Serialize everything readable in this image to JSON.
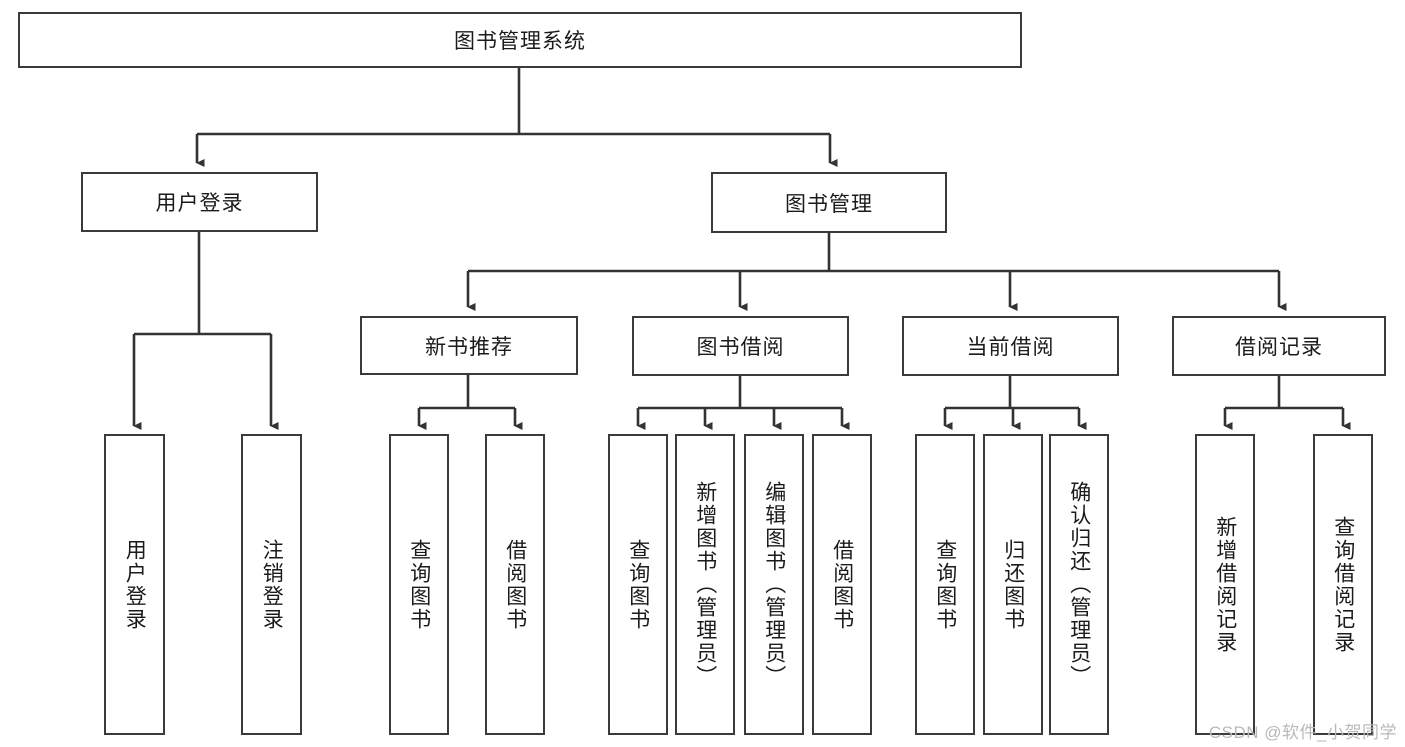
{
  "diagram": {
    "type": "tree-hierarchy-flowchart",
    "title": "图书管理系统",
    "watermark": "CSDN @软件_小贺同学",
    "colors": {
      "box_border": "#3a3a3a",
      "box_fill": "#ffffff",
      "connector": "#333333",
      "text": "#1b1b1b",
      "watermark": "#b9b9b9"
    },
    "levels": {
      "level1": [
        {
          "id": "root",
          "label": "图书管理系统",
          "orientation": "horizontal"
        }
      ],
      "level2": [
        {
          "id": "user-login",
          "label": "用户登录",
          "orientation": "horizontal"
        },
        {
          "id": "book-manage",
          "label": "图书管理",
          "orientation": "horizontal"
        }
      ],
      "level3": [
        {
          "id": "new-book-rec",
          "label": "新书推荐",
          "orientation": "horizontal"
        },
        {
          "id": "book-borrow",
          "label": "图书借阅",
          "orientation": "horizontal"
        },
        {
          "id": "current-borrow",
          "label": "当前借阅",
          "orientation": "horizontal"
        },
        {
          "id": "borrow-record",
          "label": "借阅记录",
          "orientation": "horizontal"
        }
      ],
      "level4": [
        {
          "id": "leaf-user-login",
          "label": "用户登录",
          "parent": "user-login",
          "orientation": "vertical"
        },
        {
          "id": "leaf-user-logout",
          "label": "注销登录",
          "parent": "user-login",
          "orientation": "vertical"
        },
        {
          "id": "leaf-query-book-1",
          "label": "查询图书",
          "parent": "new-book-rec",
          "orientation": "vertical"
        },
        {
          "id": "leaf-borrow-book-1",
          "label": "借阅图书",
          "parent": "new-book-rec",
          "orientation": "vertical"
        },
        {
          "id": "leaf-query-book-2",
          "label": "查询图书",
          "parent": "book-borrow",
          "orientation": "vertical"
        },
        {
          "id": "leaf-add-book",
          "label": "新增图书（管理员）",
          "parent": "book-borrow",
          "orientation": "vertical"
        },
        {
          "id": "leaf-edit-book",
          "label": "编辑图书（管理员）",
          "parent": "book-borrow",
          "orientation": "vertical"
        },
        {
          "id": "leaf-borrow-book-2",
          "label": "借阅图书",
          "parent": "book-borrow",
          "orientation": "vertical"
        },
        {
          "id": "leaf-query-book-3",
          "label": "查询图书",
          "parent": "current-borrow",
          "orientation": "vertical"
        },
        {
          "id": "leaf-return-book",
          "label": "归还图书",
          "parent": "current-borrow",
          "orientation": "vertical"
        },
        {
          "id": "leaf-confirm-return",
          "label": "确认归还（管理员）",
          "parent": "current-borrow",
          "orientation": "vertical"
        },
        {
          "id": "leaf-add-record",
          "label": "新增借阅记录",
          "parent": "borrow-record",
          "orientation": "vertical"
        },
        {
          "id": "leaf-query-record",
          "label": "查询借阅记录",
          "parent": "borrow-record",
          "orientation": "vertical"
        }
      ]
    }
  }
}
